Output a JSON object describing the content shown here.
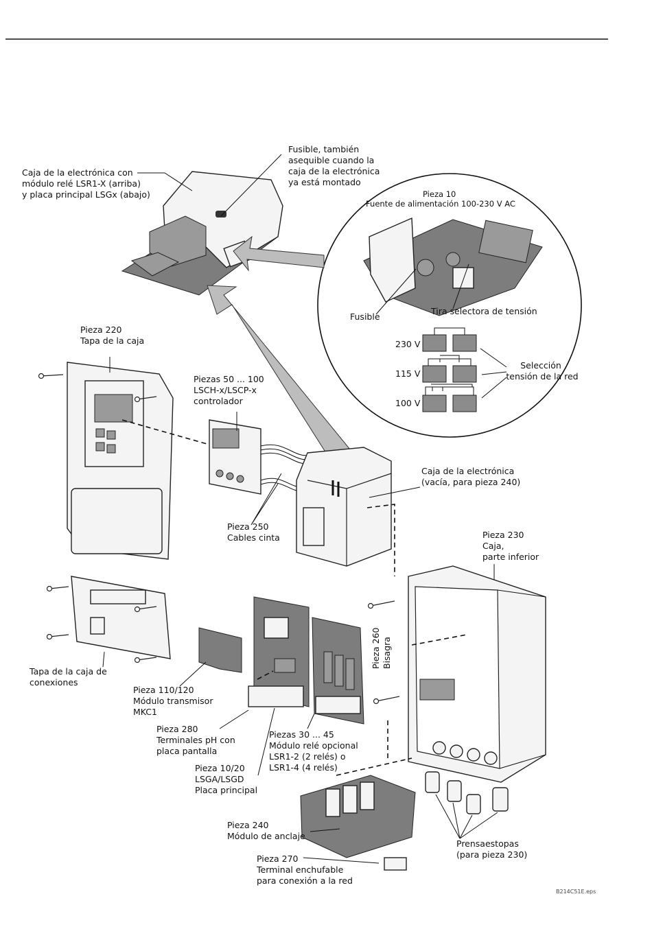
{
  "header_rule": true,
  "labels": {
    "electronics_box_assembled": [
      "Caja de la electrónica con",
      "módulo relé LSR1-X (arriba)",
      "y placa principal LSGx (abajo)"
    ],
    "fuse_top": [
      "Fusible, también",
      "asequible cuando la",
      "caja de la electrónica",
      "ya está montado"
    ],
    "pieza10": [
      "Pieza 10",
      "Fuente de alimentación 100-230 V AC"
    ],
    "fusible": "Fusible",
    "tira_selectora": "Tira selectora de tensión",
    "v230": "230 V",
    "v115": "115 V",
    "v100": "100 V",
    "seleccion": [
      "Selección",
      "tensión de la red"
    ],
    "pieza220": [
      "Pieza 220",
      "Tapa de la caja"
    ],
    "piezas50": [
      "Piezas 50 ... 100",
      "LSCH-x/LSCP-x",
      "controlador"
    ],
    "caja_electronica": [
      "Caja de la electrónica",
      "(vacía, para pieza 240)"
    ],
    "pieza250": [
      "Pieza 250",
      "Cables cinta"
    ],
    "pieza230": [
      "Pieza 230",
      "Caja,",
      "parte inferior"
    ],
    "pieza260": [
      "Pieza 260",
      "Bisagra"
    ],
    "tapa_conexiones": [
      "Tapa de la caja de",
      "conexiones"
    ],
    "pieza110": [
      "Pieza 110/120",
      "Módulo transmisor",
      "MKC1"
    ],
    "pieza280": [
      "Pieza 280",
      "Terminales pH con",
      "placa pantalla"
    ],
    "piezas30": [
      "Piezas 30 ... 45",
      "Módulo relé opcional",
      "LSR1-2 (2 relés) o",
      "LSR1-4 (4 relés)"
    ],
    "pieza1020": [
      "Pieza 10/20",
      "LSGA/LSGD",
      "Placa principal"
    ],
    "pieza240": [
      "Pieza 240",
      "Módulo de anclaje"
    ],
    "pieza270": [
      "Pieza 270",
      "Terminal enchufable",
      "para conexión a la red"
    ],
    "prensaestopas": [
      "Prensaestopas",
      "(para pieza 230)"
    ],
    "file_ref": "B214C51E.eps"
  },
  "icons": [
    "screw-icon",
    "fuse-icon",
    "cable-gland-icon",
    "arrow-icon"
  ]
}
